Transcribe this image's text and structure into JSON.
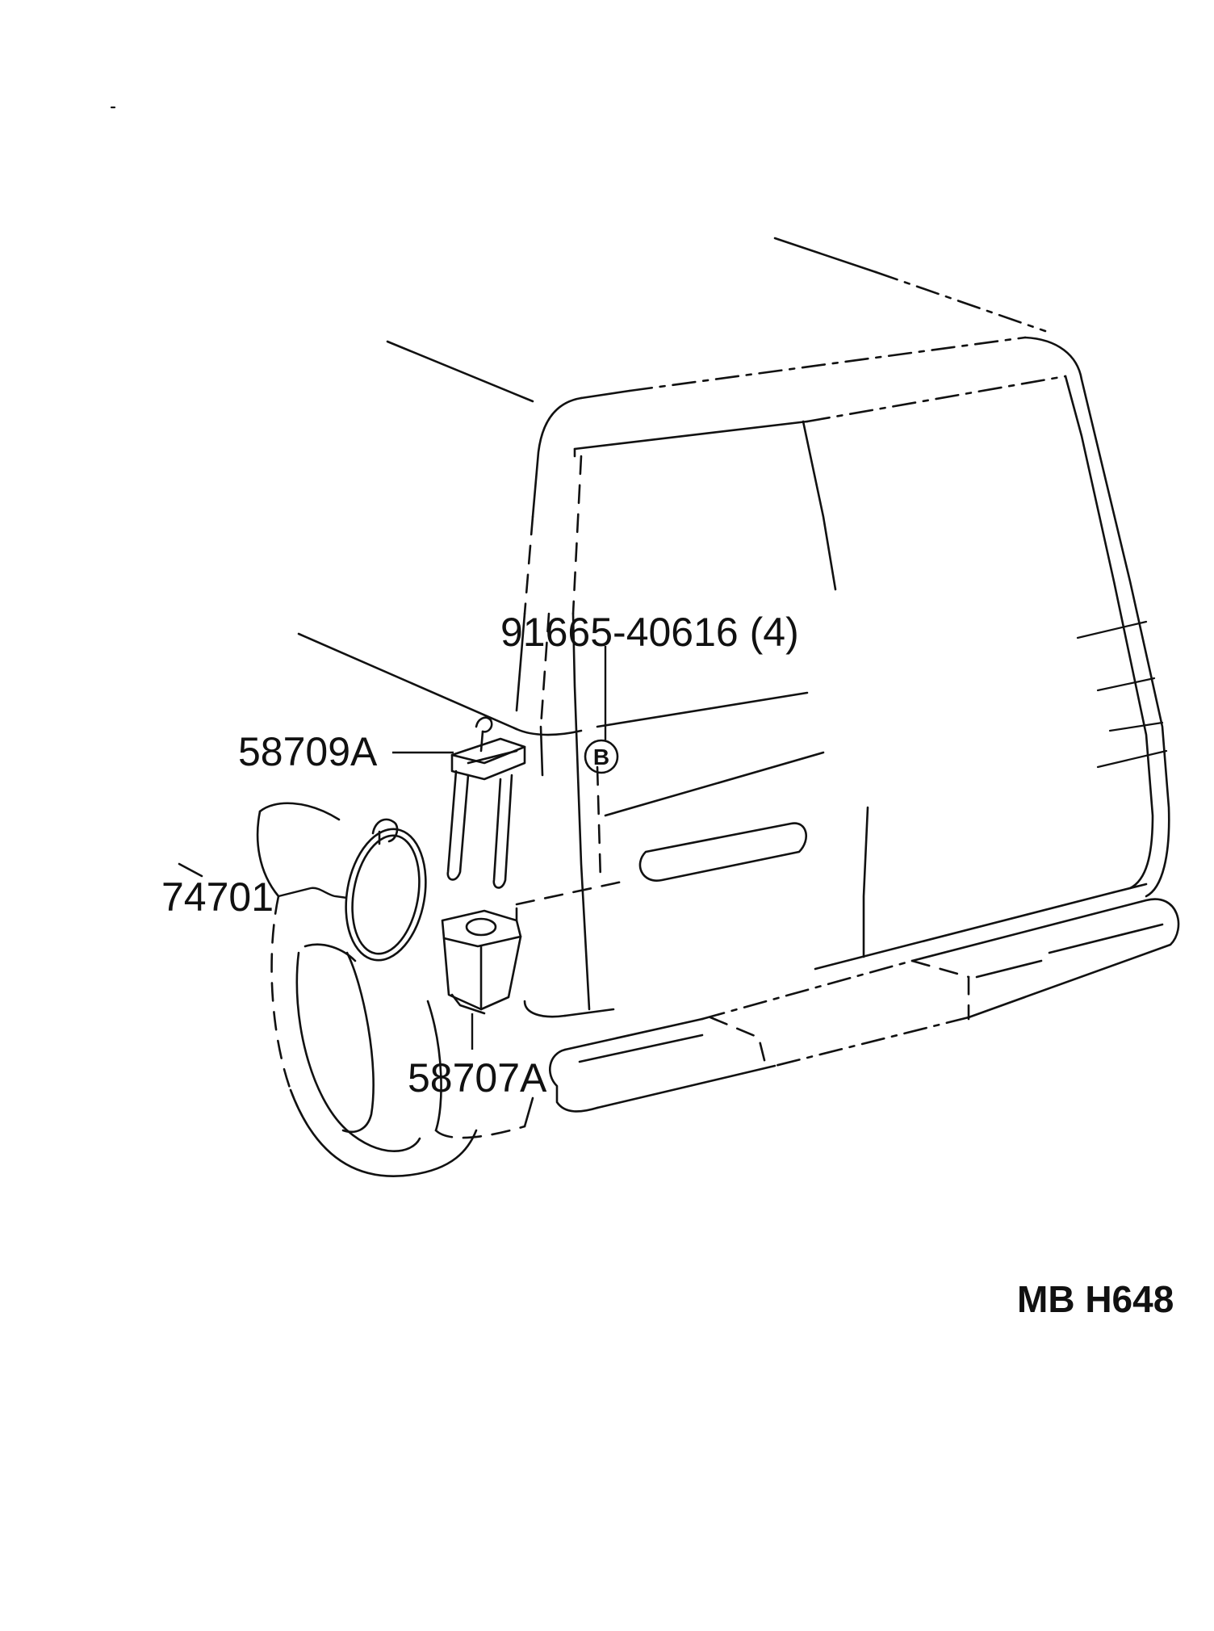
{
  "labels": {
    "bolt_part": "91665-40616 (4)",
    "carrier_bracket": "58709A",
    "retainer_ring": "74701",
    "carrier_box": "58707A",
    "circled_ref": "B",
    "drawing_code": "MB  H648"
  }
}
